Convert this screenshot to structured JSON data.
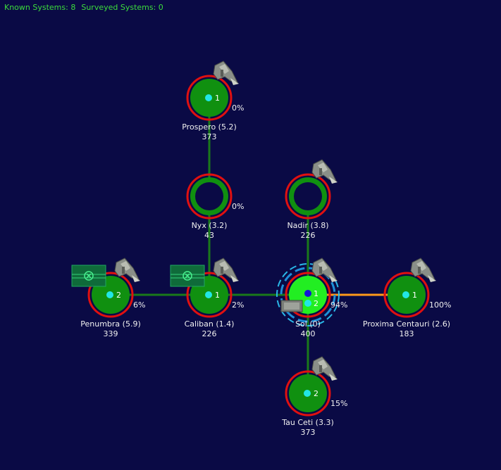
{
  "header": {
    "known_label": "Known Systems: 8",
    "surveyed_label": "Surveyed Systems: 0"
  },
  "colors": {
    "background": "#0a0a45",
    "header_text": "#3cdc3c",
    "jump_line": "#1a7a1a",
    "jump_line_active": "#ff9a1a",
    "system_fill": "#109010",
    "system_fill_home": "#22ee22",
    "ring_red": "#e01010",
    "planet_marker": "#22e6e6"
  },
  "systems": [
    {
      "id": "prospero",
      "name": "Prospero  (5.2)",
      "population": "373",
      "planets": "1",
      "percent": "0%",
      "ship": true,
      "station": false,
      "hollow": false,
      "home": false
    },
    {
      "id": "nyx",
      "name": "Nyx  (3.2)",
      "population": "43",
      "planets": "",
      "percent": "0%",
      "ship": false,
      "station": false,
      "hollow": true,
      "home": false
    },
    {
      "id": "nadir",
      "name": "Nadir  (3.8)",
      "population": "226",
      "planets": "",
      "percent": "",
      "ship": true,
      "station": false,
      "hollow": true,
      "home": false
    },
    {
      "id": "penumbra",
      "name": "Penumbra  (5.9)",
      "population": "339",
      "planets": "2",
      "percent": "6%",
      "ship": true,
      "station": true,
      "hollow": false,
      "home": false
    },
    {
      "id": "caliban",
      "name": "Caliban  (1.4)",
      "population": "226",
      "planets": "1",
      "percent": "2%",
      "ship": true,
      "station": true,
      "hollow": false,
      "home": false
    },
    {
      "id": "sol",
      "name": "Sol  (0)",
      "population": "400",
      "planets": "1",
      "planets2": "2",
      "percent": "94%",
      "ship": true,
      "station": false,
      "hollow": false,
      "home": true
    },
    {
      "id": "proxima",
      "name": "Proxima Centauri  (2.6)",
      "population": "183",
      "planets": "1",
      "percent": "100%",
      "ship": true,
      "station": false,
      "hollow": false,
      "home": false
    },
    {
      "id": "tauceti",
      "name": "Tau Ceti  (3.3)",
      "population": "373",
      "planets": "2",
      "percent": "15%",
      "ship": true,
      "station": false,
      "hollow": false,
      "home": false
    }
  ]
}
